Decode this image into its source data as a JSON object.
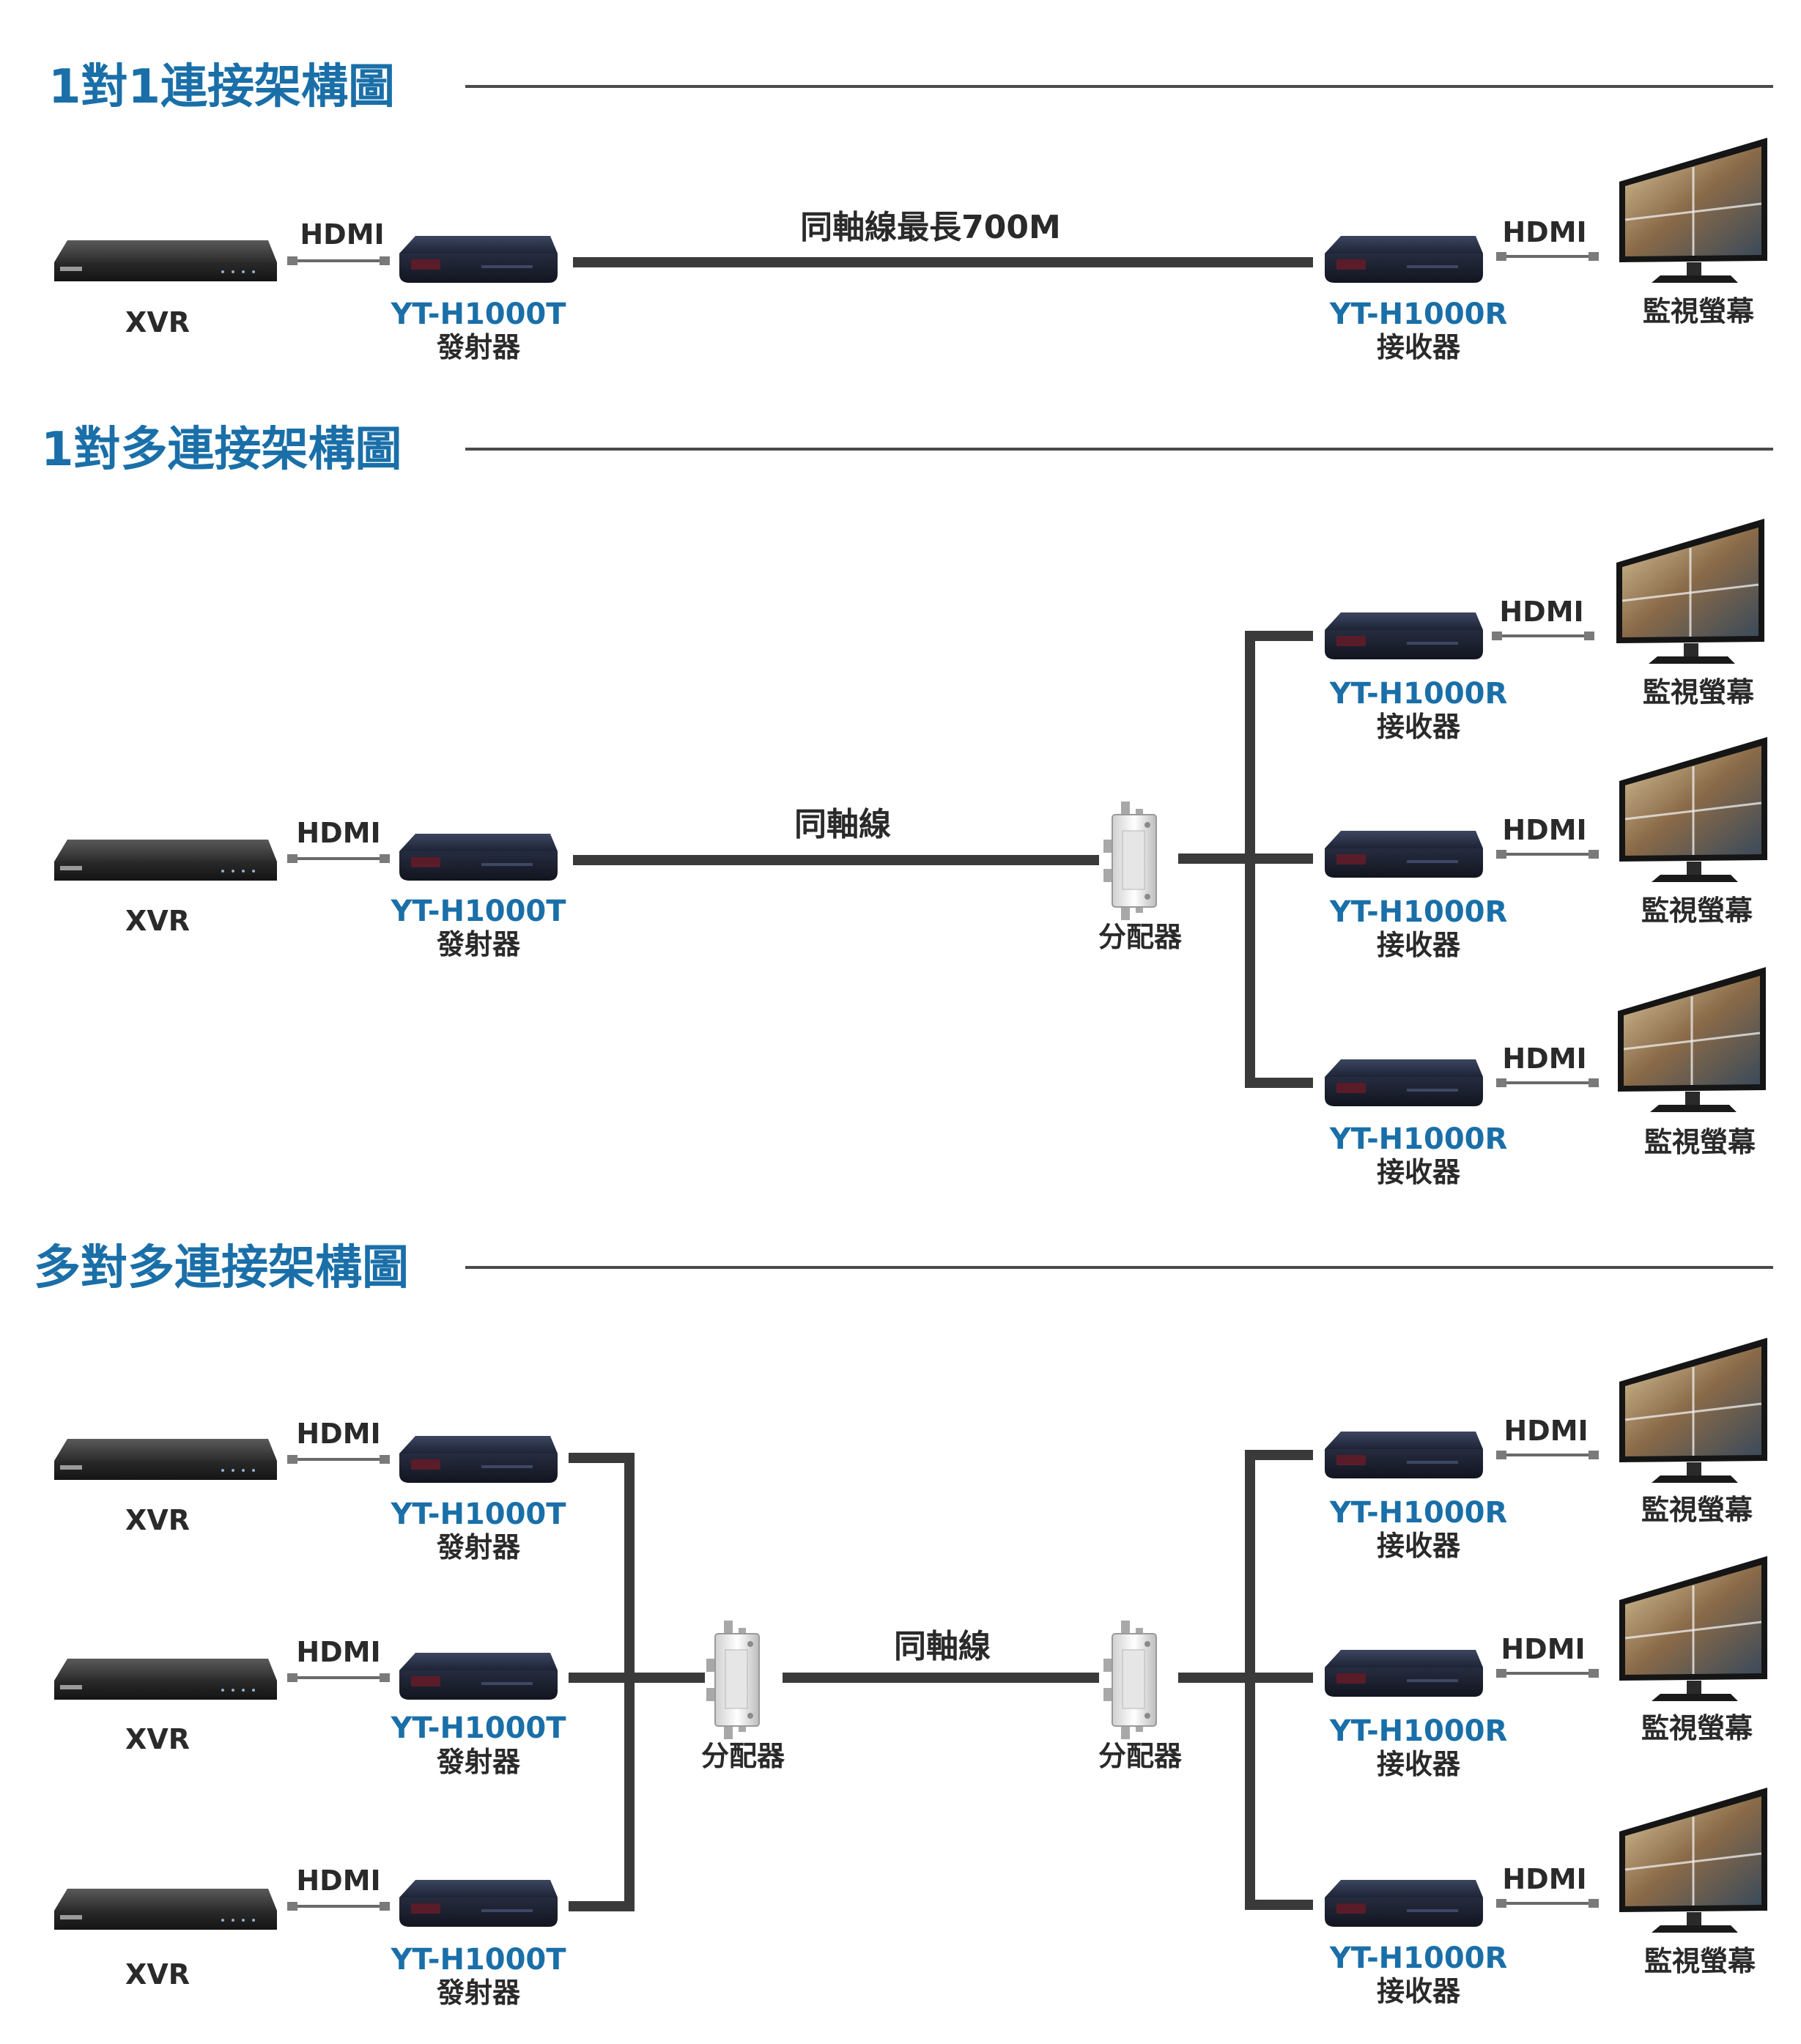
{
  "colors": {
    "accent": "#1a6fa8",
    "text": "#2a2a2a",
    "cable": "#3a3a3a",
    "rule": "#4a4a4a"
  },
  "labels": {
    "xvr": "XVR",
    "hdmi": "HDMI",
    "transmitter_model": "YT-H1000T",
    "transmitter": "發射器",
    "receiver_model": "YT-H1000R",
    "receiver": "接收器",
    "monitor": "監視螢幕",
    "splitter": "分配器",
    "coax": "同軸線"
  },
  "sections": [
    {
      "title": "1對1連接架構圖",
      "coax_label": "同軸線最長700M"
    },
    {
      "title": "1對多連接架構圖",
      "coax_label": "同軸線"
    },
    {
      "title": "多對多連接架構圖",
      "coax_label": "同軸線"
    }
  ]
}
